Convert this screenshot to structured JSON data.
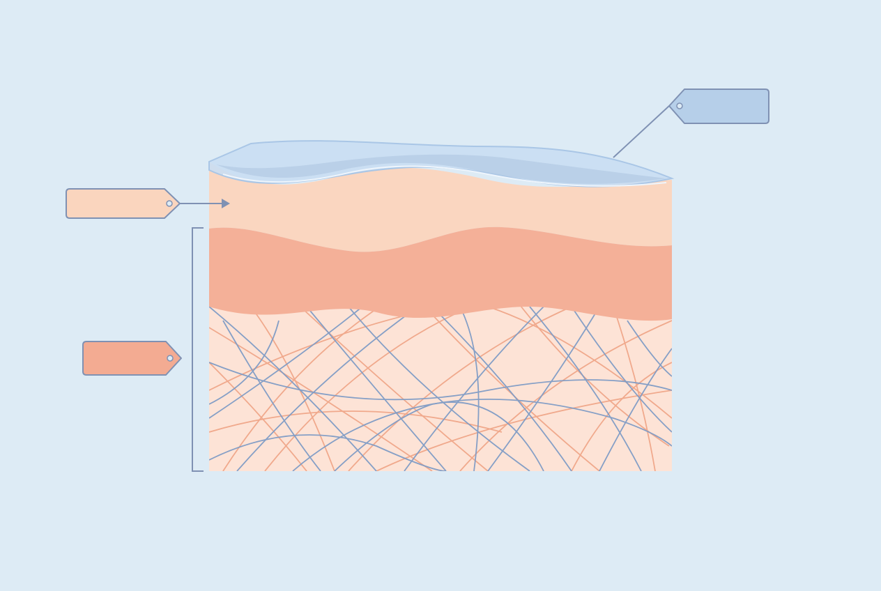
{
  "diagram": {
    "kind": "skin cross-section",
    "colors": {
      "background": "#ddebf5",
      "surface_layer": "#c9def3",
      "surface_layer_edge": "#a9c6e6",
      "upper_layer": "#fad6c0",
      "middle_layer": "#f4b098",
      "lower_layer": "#fde3d6",
      "fiber_blue": "#7f9cc6",
      "fiber_orange": "#ee9f80",
      "outline": "#7f91b3",
      "tag_blue_fill": "#b6cfe9",
      "tag_peach_fill": "#fad5be",
      "tag_salmon_fill": "#f3ab92"
    },
    "tags": [
      {
        "id": "surface-tag",
        "text": ""
      },
      {
        "id": "upper-layer-tag",
        "text": ""
      },
      {
        "id": "fiber-layer-tag",
        "text": ""
      }
    ]
  }
}
